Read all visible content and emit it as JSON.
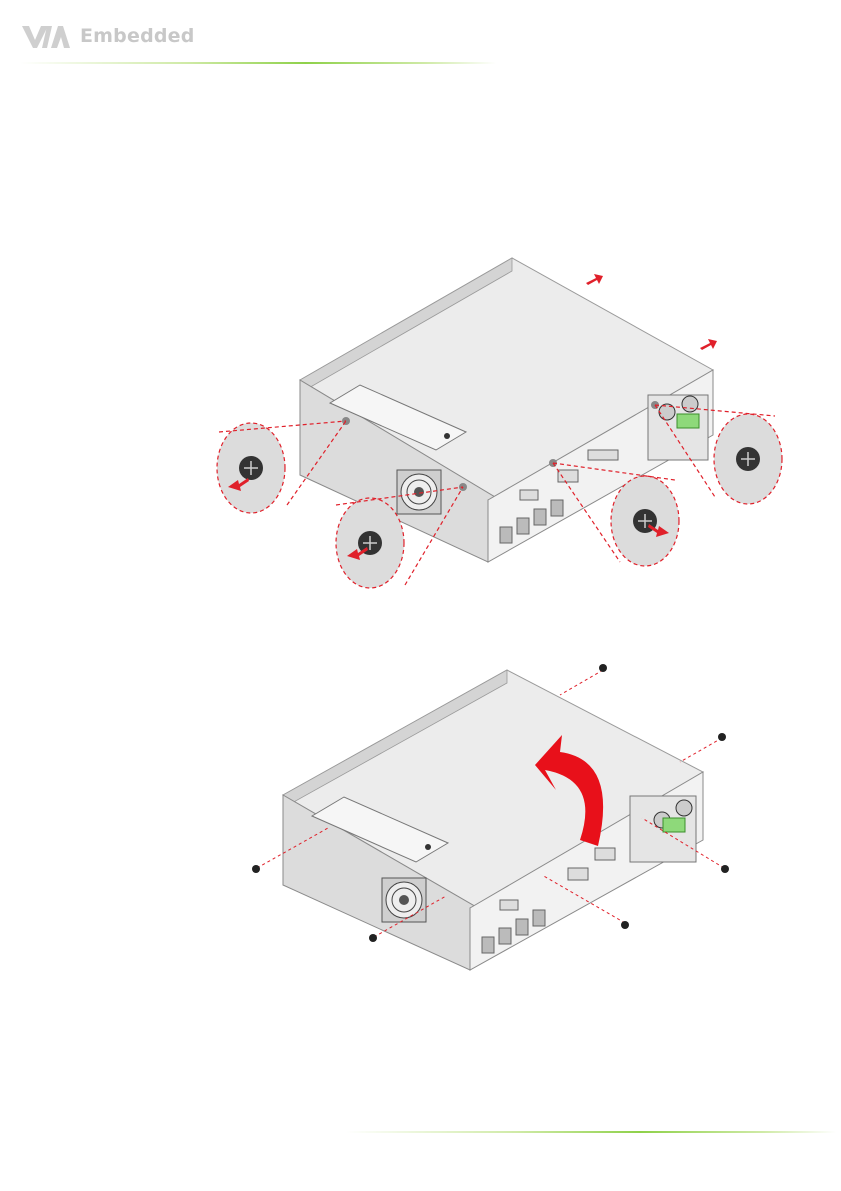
{
  "header": {
    "logo_text": "Embedded",
    "logo_mark_text": "VIA",
    "accent_color": "#8fd14a"
  },
  "figures": [
    {
      "name": "remove-bottom-screws",
      "callout_color": "#e0202a",
      "connector_color": "#6cc04a"
    },
    {
      "name": "lift-bottom-cover",
      "arrow_color": "#e8101a",
      "connector_color": "#6cc04a"
    }
  ]
}
